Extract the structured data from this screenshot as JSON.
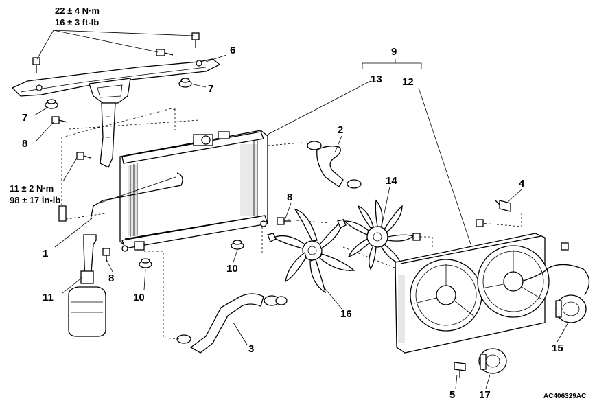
{
  "torque_specs": {
    "upper_nm": "22 ± 4 N·m",
    "upper_ftlb": "16 ± 3 ft-lb",
    "lower_nm": "11 ± 2 N·m",
    "lower_inlb": "98 ± 17 in-lb"
  },
  "callouts": {
    "c1": "1",
    "c2": "2",
    "c3": "3",
    "c4": "4",
    "c5": "5",
    "c6": "6",
    "c7a": "7",
    "c7b": "7",
    "c8a": "8",
    "c8b": "8",
    "c8c": "8",
    "c9": "9",
    "c10a": "10",
    "c10b": "10",
    "c11": "11",
    "c12": "12",
    "c13": "13",
    "c14": "14",
    "c15": "15",
    "c16": "16",
    "c17": "17"
  },
  "figure_code": "AC406329AC"
}
